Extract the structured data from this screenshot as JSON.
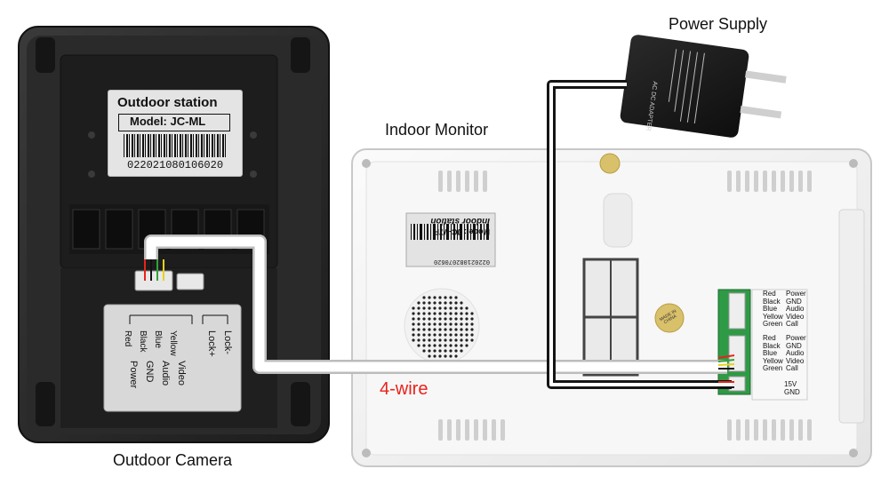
{
  "captions": {
    "power_supply": "Power Supply",
    "indoor_monitor": "Indoor Monitor",
    "outdoor_camera": "Outdoor Camera",
    "four_wire": "4-wire"
  },
  "outdoor_label": {
    "title": "Outdoor station",
    "model": "Model: JC-ML",
    "serial": "022021080106020"
  },
  "indoor_label": {
    "title": "Indoor station",
    "model": "Model: JC-V7F",
    "serial": "022021082070620"
  },
  "outdoor_terminals": {
    "left_colors": [
      "Red",
      "Black",
      "Blue",
      "Yellow"
    ],
    "left_functions": [
      "Power",
      "GND",
      "Audio",
      "Video"
    ],
    "right_functions": [
      "Lock+",
      "Lock-"
    ]
  },
  "indoor_terminals": {
    "group1_colors": [
      "Red",
      "Black",
      "Blue",
      "Yellow",
      "Green"
    ],
    "group1_functions": [
      "Power",
      "GND",
      "Audio",
      "Video",
      "Call"
    ],
    "group2_colors": [
      "Red",
      "Black",
      "Blue",
      "Yellow",
      "Green"
    ],
    "group2_functions": [
      "Power",
      "GND",
      "Audio",
      "Video",
      "Call"
    ],
    "power_functions": [
      "15V",
      "GND"
    ]
  },
  "adapter_text": "AC DC ADAPTER",
  "made_in_badge": "MADE IN CHINA",
  "colors": {
    "four_wire_label": "#e8231c",
    "wire_red": "#e8231c",
    "wire_green": "#2fa43a",
    "wire_yellow": "#e8d21c",
    "wire_black": "#111111"
  }
}
